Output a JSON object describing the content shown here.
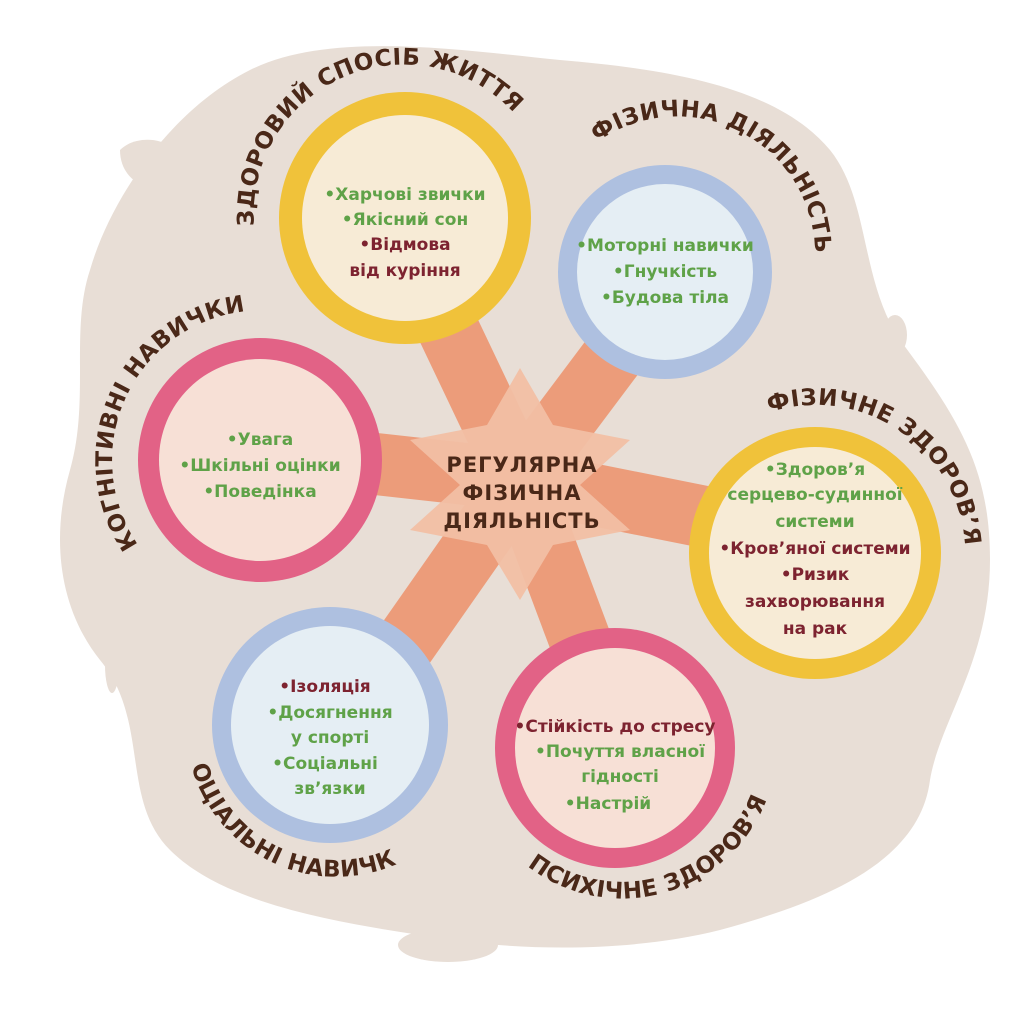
{
  "center_label": [
    "РЕГУЛЯРНА",
    "ФІЗИЧНА",
    "ДІЯЛЬНІСТЬ"
  ],
  "colors": {
    "background_blob": "#e8ded6",
    "spokes": "#ec9c7a",
    "yellow": "#f0c23a",
    "blue": "#aec0e0",
    "pink": "#e26286",
    "green_text": "#5fa248",
    "maroon_text": "#7d2330"
  },
  "nodes": [
    {
      "title": "ЗДОРОВИЙ СПОСІБ ЖИТТЯ",
      "items": [
        {
          "text": "•Харчові звички",
          "tone": "green"
        },
        {
          "text": "•Якісний сон",
          "tone": "green"
        },
        {
          "text": "•Відмова",
          "tone": "maroon"
        },
        {
          "text": "від куріння",
          "tone": "maroon"
        }
      ]
    },
    {
      "title": "ФІЗИЧНА ДІЯЛЬНІСТЬ",
      "items": [
        {
          "text": "•Моторні навички",
          "tone": "green"
        },
        {
          "text": "•Гнучкість",
          "tone": "green"
        },
        {
          "text": "•Будова тіла",
          "tone": "green"
        }
      ]
    },
    {
      "title": "КОГНІТИВНІ НАВИЧКИ",
      "items": [
        {
          "text": "•Увага",
          "tone": "green"
        },
        {
          "text": "•Шкільні оцінки",
          "tone": "green"
        },
        {
          "text": "•Поведінка",
          "tone": "green"
        }
      ]
    },
    {
      "title": "ФІЗИЧНЕ ЗДОРОВ’Я",
      "items": [
        {
          "text": "•Здоров’я",
          "tone": "green"
        },
        {
          "text": "серцево-судинної",
          "tone": "green"
        },
        {
          "text": "системи",
          "tone": "green"
        },
        {
          "text": "•Кров’яної системи",
          "tone": "maroon"
        },
        {
          "text": "•Ризик",
          "tone": "maroon"
        },
        {
          "text": "захворювання",
          "tone": "maroon"
        },
        {
          "text": "на рак",
          "tone": "maroon"
        }
      ]
    },
    {
      "title": "СОЦІАЛЬНІ НАВИЧКИ",
      "items": [
        {
          "text": "•Ізоляція",
          "tone": "maroon"
        },
        {
          "text": "•Досягнення",
          "tone": "green"
        },
        {
          "text": "у спорті",
          "tone": "green"
        },
        {
          "text": "•Соціальні",
          "tone": "green"
        },
        {
          "text": "зв’язки",
          "tone": "green"
        }
      ]
    },
    {
      "title": "ПСИХІЧНЕ ЗДОРОВ’Я",
      "items": [
        {
          "text": "•Стійкість до стресу",
          "tone": "maroon"
        },
        {
          "text": "•Почуття власної",
          "tone": "green"
        },
        {
          "text": "гідності",
          "tone": "green"
        },
        {
          "text": "•Настрій",
          "tone": "green"
        }
      ]
    }
  ]
}
